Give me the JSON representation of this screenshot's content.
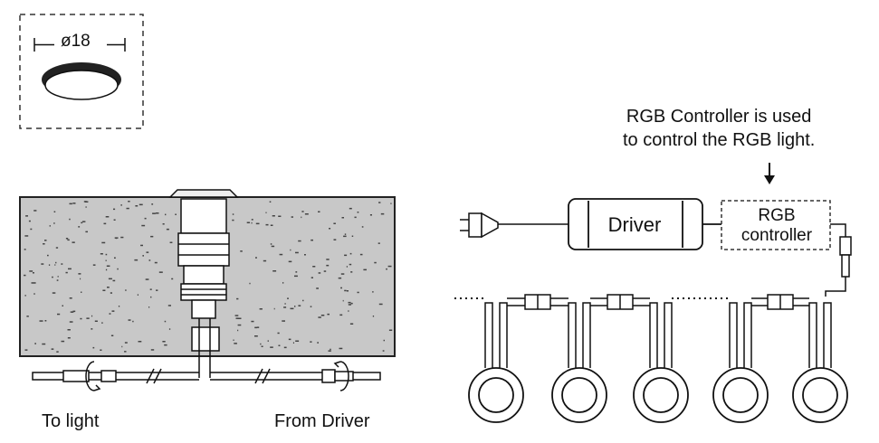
{
  "diameter_label": "ø18",
  "to_light_label": "To light",
  "from_driver_label": "From Driver",
  "controller_note": [
    "RGB Controller is used",
    "to control the RGB light."
  ],
  "driver_label": "Driver",
  "rgb_controller_label": [
    "RGB",
    "controller"
  ],
  "colors": {
    "line": "#111111",
    "concrete": "#c8c8c8",
    "background": "#ffffff"
  }
}
